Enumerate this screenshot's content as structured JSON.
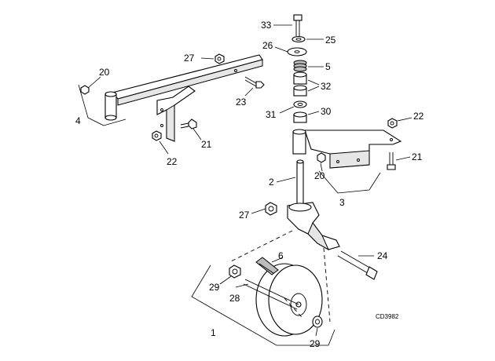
{
  "figure_code": "CD3982",
  "callouts": {
    "c1": "1",
    "c2": "2",
    "c3": "3",
    "c4": "4",
    "c5": "5",
    "c6": "6",
    "c20a": "20",
    "c20b": "20",
    "c21a": "21",
    "c21b": "21",
    "c22a": "22",
    "c22b": "22",
    "c23": "23",
    "c24": "24",
    "c25": "25",
    "c26": "26",
    "c27a": "27",
    "c27b": "27",
    "c28": "28",
    "c29a": "29",
    "c29b": "29",
    "c30": "30",
    "c31": "31",
    "c32": "32",
    "c33": "33"
  }
}
